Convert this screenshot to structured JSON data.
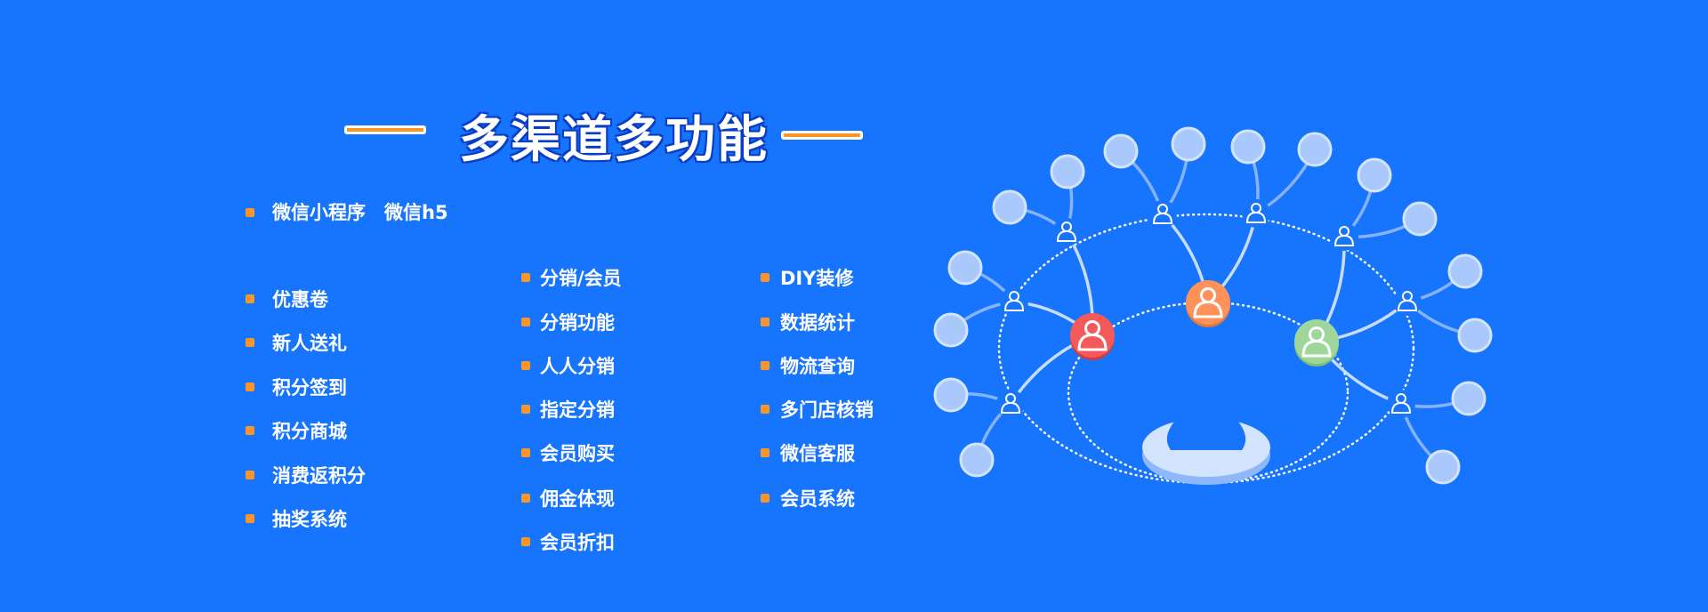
{
  "title": "多渠道多功能",
  "channels": "微信小程序　微信h5",
  "columns": [
    [
      "优惠卷",
      "新人送礼",
      "积分签到",
      "积分商城",
      "消费返积分",
      "抽奖系统"
    ],
    [
      "分销/会员",
      "分销功能",
      "人人分销",
      "指定分销",
      "会员购买",
      "佣金体现",
      "会员折扣"
    ],
    [
      "DIY装修",
      "数据统计",
      "物流查询",
      "多门店核销",
      "微信客服",
      "会员系统"
    ]
  ],
  "colors": {
    "background": "#1774fd",
    "accent": "#f7962b",
    "red": "#f45a5a",
    "orange": "#ff9159",
    "green": "#9fd79a",
    "node": "#a9c9fd"
  },
  "icons": [
    "user-icon",
    "platform-icon"
  ]
}
